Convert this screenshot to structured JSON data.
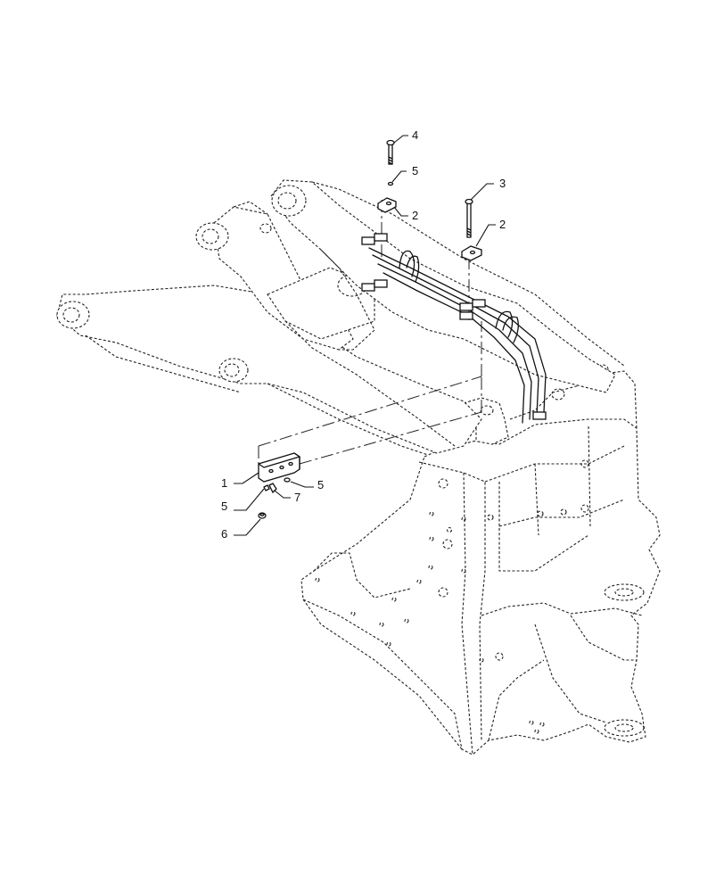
{
  "callouts": [
    {
      "label": "1"
    },
    {
      "label": "2"
    },
    {
      "label": "2"
    },
    {
      "label": "3"
    },
    {
      "label": "4"
    },
    {
      "label": "5"
    },
    {
      "label": "5"
    },
    {
      "label": "5"
    },
    {
      "label": "6"
    },
    {
      "label": "7"
    }
  ]
}
